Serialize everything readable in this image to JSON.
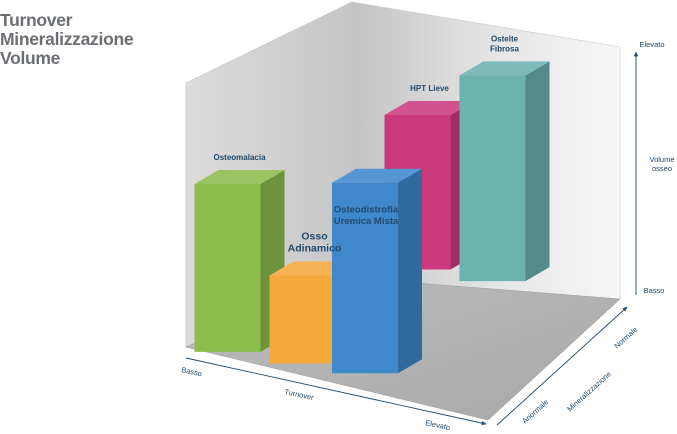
{
  "heading": {
    "line1": "Turnover",
    "line2": "Mineralizzazione",
    "line3": "Volume"
  },
  "chart_data": {
    "type": "bar",
    "title": "",
    "axes": {
      "turnover": {
        "label": "Turnover",
        "low": "Basso",
        "high": "Elevato"
      },
      "mineralizzazione": {
        "label": "Mineralizzazione",
        "low": "Anormale",
        "high": "Normale"
      },
      "volume": {
        "label_line1": "Volume",
        "label_line2": "osseo",
        "low": "Basso",
        "high": "Elevato"
      }
    },
    "bars": [
      {
        "name": "Osteomalacia",
        "label_lines": [
          "Osteomalacia"
        ],
        "turnover": 0.15,
        "mineralizzazione": 0.0,
        "volume": 0.62,
        "color": "#8cbc4c"
      },
      {
        "name": "Osso Adinamico",
        "label_lines": [
          "Osso",
          "Adinamico"
        ],
        "turnover": 0.45,
        "mineralizzazione": 0.0,
        "volume": 0.2,
        "color": "#f5a83c"
      },
      {
        "name": "HPT Lieve",
        "label_lines": [
          "HPT Lieve"
        ],
        "turnover": 0.55,
        "mineralizzazione": 1.0,
        "volume": 0.55,
        "color": "#cc3a7e"
      },
      {
        "name": "Osteodistrofia Uremica Mista",
        "label_lines": [
          "Osteodistrofia",
          "Uremica Mista"
        ],
        "turnover": 0.7,
        "mineralizzazione": 0.0,
        "volume": 0.74,
        "color": "#3f88cc"
      },
      {
        "name": "Osteite Fibrosa",
        "label_lines": [
          "Ostelte",
          "Fibrosa"
        ],
        "turnover": 0.85,
        "mineralizzazione": 1.0,
        "volume": 0.82,
        "color": "#6cb2ae"
      }
    ]
  }
}
